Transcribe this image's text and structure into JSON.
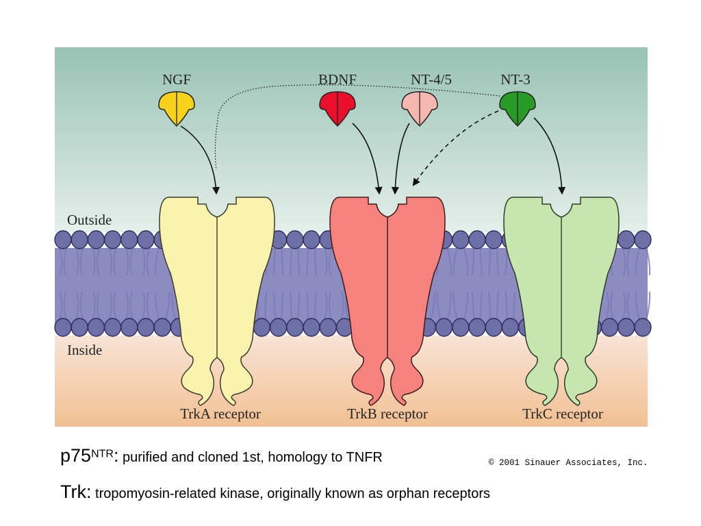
{
  "diagram": {
    "region_labels": {
      "outside": "Outside",
      "inside": "Inside"
    },
    "ligands": [
      {
        "name": "NGF",
        "color": "#f7d21a"
      },
      {
        "name": "BDNF",
        "color": "#e8102b"
      },
      {
        "name": "NT-4/5",
        "color": "#f6b7ae"
      },
      {
        "name": "NT-3",
        "color": "#279b26"
      }
    ],
    "receptors": [
      {
        "name": "TrkA receptor",
        "color": "#fbf2ad"
      },
      {
        "name": "TrkB receptor",
        "color": "#f7817c"
      },
      {
        "name": "TrkC receptor",
        "color": "#c6e6ad"
      }
    ],
    "colors": {
      "outside_top": "#98c2b3",
      "outside_bottom": "#e4efea",
      "inside_top": "#f8e4d6",
      "inside_bottom": "#f2c092",
      "membrane_core": "#8d8cc2",
      "lipid_head": "#6f6fa8"
    }
  },
  "captions": {
    "line1": {
      "term": "p75",
      "superscript": "NTR",
      "separator": ":",
      "text": " purified and cloned 1st, homology to TNFR"
    },
    "line2": {
      "term": "Trk:",
      "text": " tropomyosin-related kinase, originally known as orphan receptors"
    },
    "copyright": "© 2001 Sinauer Associates, Inc."
  }
}
